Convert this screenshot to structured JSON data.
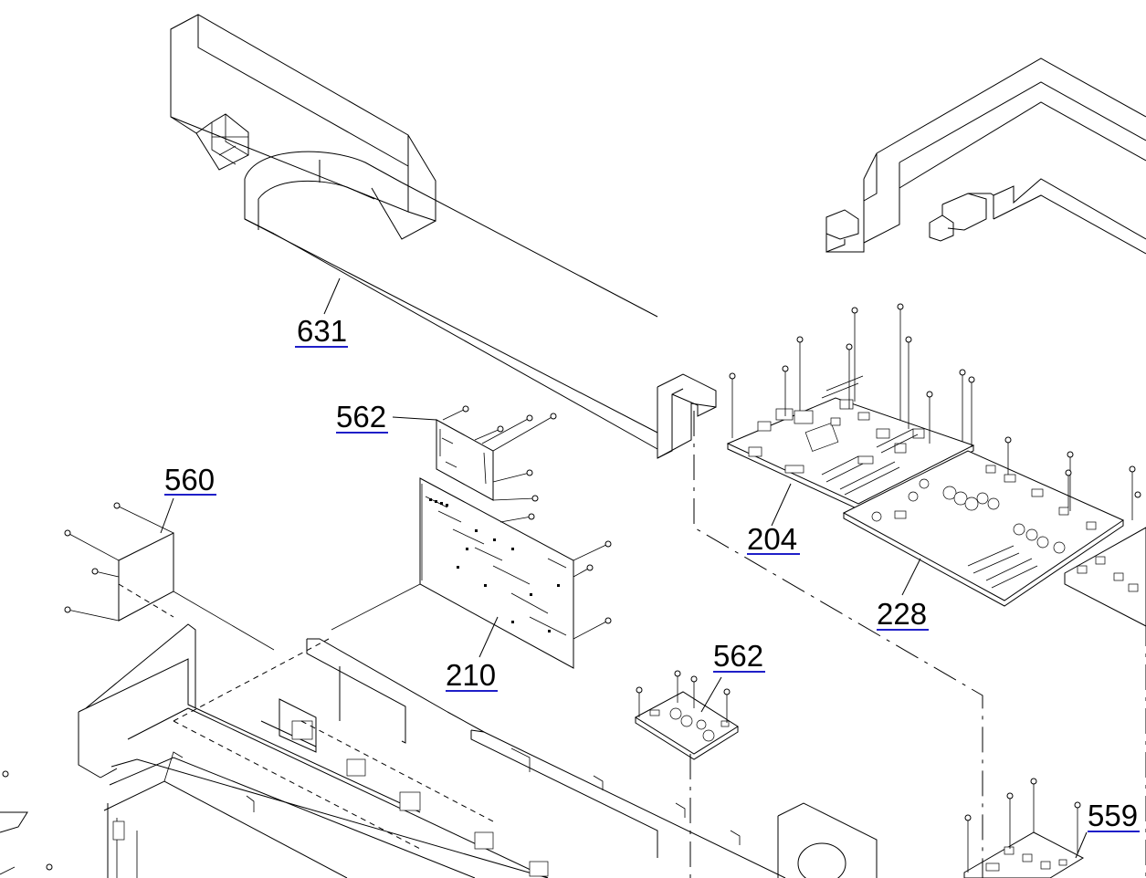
{
  "callouts": [
    {
      "id": "c631",
      "text": "631"
    },
    {
      "id": "c562a",
      "text": "562"
    },
    {
      "id": "c560",
      "text": "560"
    },
    {
      "id": "c204",
      "text": "204"
    },
    {
      "id": "c228",
      "text": "228"
    },
    {
      "id": "c210",
      "text": "210"
    },
    {
      "id": "c562b",
      "text": "562"
    },
    {
      "id": "c559",
      "text": "559"
    }
  ],
  "colors": {
    "line": "#000000",
    "callout_underline": "#1f1fc8",
    "background": "#ffffff"
  }
}
